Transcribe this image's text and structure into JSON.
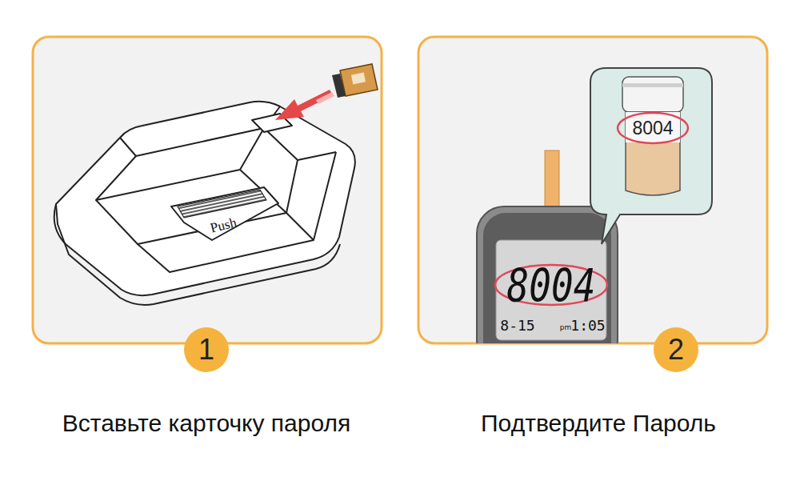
{
  "diagram": {
    "nodes": [
      {
        "text": [
          "1"
        ]
      },
      {
        "text": [
          "2"
        ]
      },
      {
        "text": [
          "8004",
          "8-15",
          "pm",
          "1:05"
        ]
      },
      {
        "text": [
          "8004"
        ]
      }
    ],
    "labels": [
      "Push",
      "Вставьте карточку пароля",
      "Подтвердите Пароль"
    ]
  }
}
